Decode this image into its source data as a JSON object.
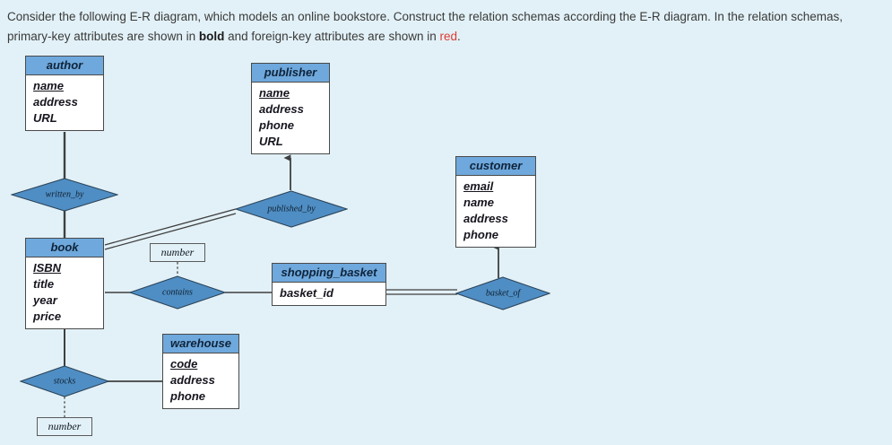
{
  "intro": {
    "part1": "Consider the following E-R diagram, which models an online bookstore. Construct the relation schemas according the E-R diagram. In the relation schemas, primary-key attributes are shown  in ",
    "bold_word": "bold",
    "part2": " and foreign-key attributes are shown in ",
    "red_word": "red",
    "part3": "."
  },
  "colors": {
    "page_background": "#e2f1f7",
    "entity_header": "#6ea8dc",
    "entity_body": "#ffffff",
    "diamond_fill": "#4f8ec4",
    "line": "#3f3f3f",
    "red_text": "#e03c31",
    "text": "#3a3a3a"
  },
  "diagram": {
    "type": "er-diagram",
    "entities": [
      {
        "id": "author",
        "name": "author",
        "attributes": [
          {
            "label": "name",
            "primary_key": true
          },
          {
            "label": "address",
            "primary_key": false
          },
          {
            "label": "URL",
            "primary_key": false
          }
        ]
      },
      {
        "id": "publisher",
        "name": "publisher",
        "attributes": [
          {
            "label": "name",
            "primary_key": true
          },
          {
            "label": "address",
            "primary_key": false
          },
          {
            "label": "phone",
            "primary_key": false
          },
          {
            "label": "URL",
            "primary_key": false
          }
        ]
      },
      {
        "id": "customer",
        "name": "customer",
        "attributes": [
          {
            "label": "email",
            "primary_key": true
          },
          {
            "label": "name",
            "primary_key": false
          },
          {
            "label": "address",
            "primary_key": false
          },
          {
            "label": "phone",
            "primary_key": false
          }
        ]
      },
      {
        "id": "book",
        "name": "book",
        "attributes": [
          {
            "label": "ISBN",
            "primary_key": true
          },
          {
            "label": "title",
            "primary_key": false
          },
          {
            "label": "year",
            "primary_key": false
          },
          {
            "label": "price",
            "primary_key": false
          }
        ]
      },
      {
        "id": "shopping_basket",
        "name": "shopping_basket",
        "attributes": [
          {
            "label": "basket_id",
            "primary_key": false
          }
        ]
      },
      {
        "id": "warehouse",
        "name": "warehouse",
        "attributes": [
          {
            "label": "code",
            "primary_key": true
          },
          {
            "label": "address",
            "primary_key": false
          },
          {
            "label": "phone",
            "primary_key": false
          }
        ]
      }
    ],
    "relationships": [
      {
        "id": "written_by",
        "label": "written_by",
        "connects": [
          "author",
          "book"
        ]
      },
      {
        "id": "published_by",
        "label": "published_by",
        "connects": [
          "book",
          "publisher"
        ]
      },
      {
        "id": "contains",
        "label": "contains",
        "connects": [
          "book",
          "shopping_basket"
        ]
      },
      {
        "id": "basket_of",
        "label": "basket_of",
        "connects": [
          "shopping_basket",
          "customer"
        ]
      },
      {
        "id": "stocks",
        "label": "stocks",
        "connects": [
          "book",
          "warehouse"
        ]
      }
    ],
    "relationship_attributes": [
      {
        "id": "contains_number",
        "label": "number",
        "owner": "contains"
      },
      {
        "id": "stocks_number",
        "label": "number",
        "owner": "stocks"
      }
    ]
  }
}
